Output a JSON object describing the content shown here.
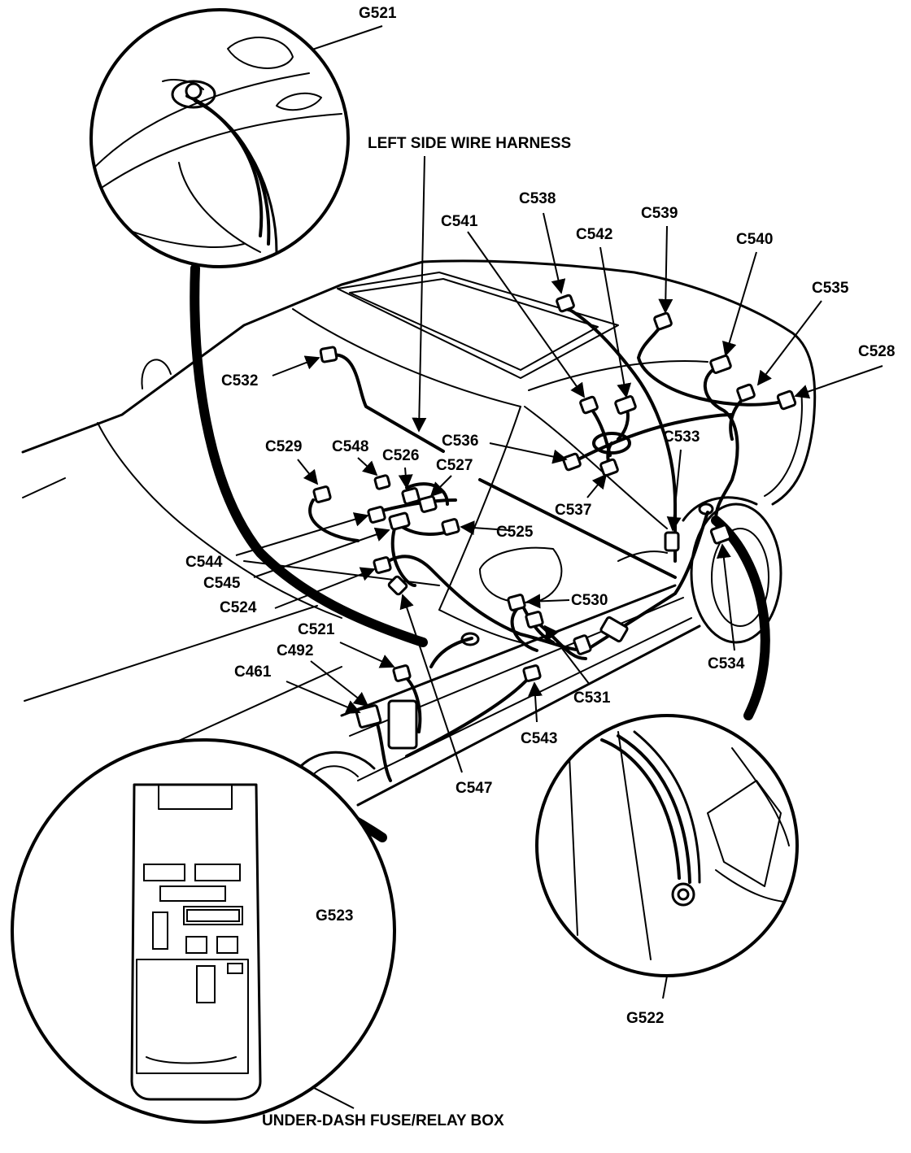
{
  "labels": {
    "harness": "LEFT SIDE WIRE HARNESS",
    "fuse_box": "UNDER-DASH FUSE/RELAY BOX",
    "g521": "G521",
    "g522": "G522",
    "g523": "G523",
    "c461": "C461",
    "c492": "C492",
    "c521": "C521",
    "c524": "C524",
    "c525": "C525",
    "c526": "C526",
    "c527": "C527",
    "c528": "C528",
    "c529": "C529",
    "c530": "C530",
    "c531": "C531",
    "c532": "C532",
    "c533": "C533",
    "c534": "C534",
    "c535": "C535",
    "c536": "C536",
    "c537": "C537",
    "c538": "C538",
    "c539": "C539",
    "c540": "C540",
    "c541": "C541",
    "c542": "C542",
    "c543": "C543",
    "c544": "C544",
    "c545": "C545",
    "c547": "C547",
    "c548": "C548"
  },
  "colors": {
    "ink": "#000000",
    "paper": "#ffffff"
  }
}
